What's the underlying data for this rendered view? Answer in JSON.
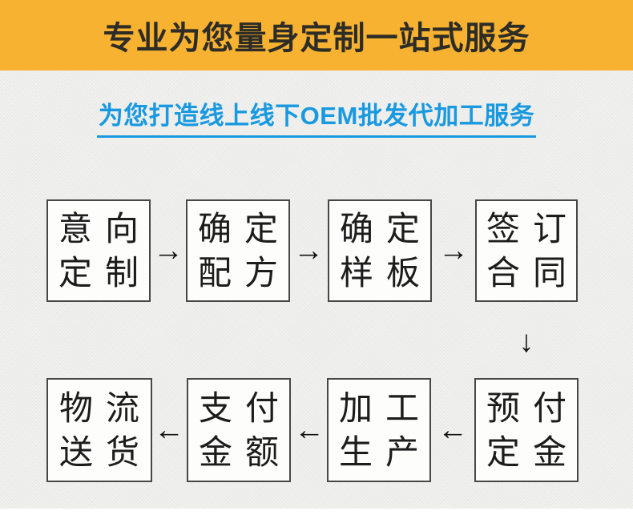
{
  "banner": {
    "title": "专业为您量身定制一站式服务",
    "bg_color": "#f6b230",
    "text_color": "#2e2c27"
  },
  "subtitle": {
    "text": "为您打造线上线下OEM批发代加工服务",
    "color": "#1899e0"
  },
  "flow": {
    "steps": [
      {
        "order": 1,
        "line1": "意向",
        "line2": "定制"
      },
      {
        "order": 2,
        "line1": "确定",
        "line2": "配方"
      },
      {
        "order": 3,
        "line1": "确定",
        "line2": "样板"
      },
      {
        "order": 4,
        "line1": "签订",
        "line2": "合同"
      },
      {
        "order": 5,
        "line1": "预付",
        "line2": "定金"
      },
      {
        "order": 6,
        "line1": "加工",
        "line2": "生产"
      },
      {
        "order": 7,
        "line1": "支付",
        "line2": "金额"
      },
      {
        "order": 8,
        "line1": "物流",
        "line2": "送货"
      }
    ],
    "arrows": {
      "right": "→",
      "left": "←",
      "down": "↓"
    }
  }
}
